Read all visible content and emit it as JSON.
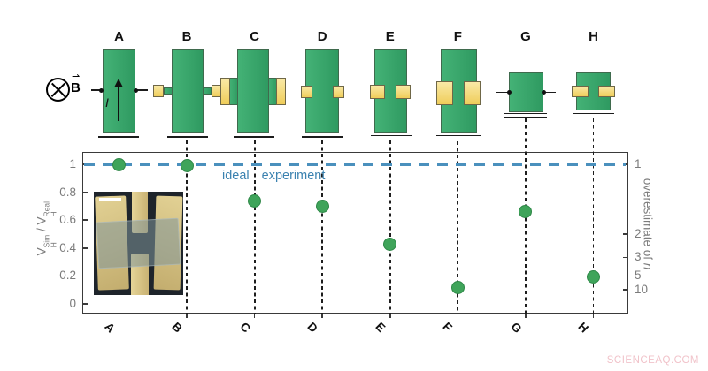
{
  "field": {
    "label": "B",
    "vector_mark": "⇀"
  },
  "current_label": "I",
  "reference": {
    "label": "ideal experiment",
    "value": 1
  },
  "watermark": "SCIENCEAQ.COM",
  "axes": {
    "left": {
      "title_parts": {
        "v": "V",
        "sub": "H",
        "sup_sim": "Sim",
        "sup_real": "Real",
        "divider": "/"
      },
      "ticks": [
        {
          "label": "0",
          "value": 0
        },
        {
          "label": "0.2",
          "value": 0.2
        },
        {
          "label": "0.4",
          "value": 0.4
        },
        {
          "label": "0.6",
          "value": 0.6
        },
        {
          "label": "0.8",
          "value": 0.8
        },
        {
          "label": "1",
          "value": 1
        }
      ]
    },
    "right": {
      "title_prefix": "overestimate of ",
      "title_var": "n",
      "ticks": [
        {
          "label": "1",
          "value": 1
        },
        {
          "label": "2",
          "value": 0.5
        },
        {
          "label": "3",
          "value": 0.3333
        },
        {
          "label": "5",
          "value": 0.2
        },
        {
          "label": "10",
          "value": 0.1
        }
      ]
    }
  },
  "chart_data": {
    "type": "scatter",
    "categories": [
      "A",
      "B",
      "C",
      "D",
      "E",
      "F",
      "G",
      "H"
    ],
    "values": [
      1.0,
      0.99,
      0.74,
      0.7,
      0.43,
      0.12,
      0.66,
      0.19
    ],
    "title": "",
    "ylabel": "V_H^Sim / V_H^Real",
    "ylabel_right": "overestimate of n",
    "ylim": [
      0,
      1.08
    ],
    "grid": false,
    "reference_line": {
      "value": 1,
      "label": "ideal experiment",
      "style": "dashed",
      "color": "#4a90bd"
    },
    "point_color": "#3fa45a"
  },
  "devices": [
    {
      "id": "A",
      "description": "long Hall bar, point voltage probes, current arrow I"
    },
    {
      "id": "B",
      "description": "long bar, narrow side arms with small contact pads"
    },
    {
      "id": "C",
      "description": "long bar, wide cross arms with tall contact pads"
    },
    {
      "id": "D",
      "description": "long bar, small pads directly on edges"
    },
    {
      "id": "E",
      "description": "long bar, medium pads overlapping edges"
    },
    {
      "id": "F",
      "description": "long bar, large pads overlapping edges"
    },
    {
      "id": "G",
      "description": "short bar, point voltage probes"
    },
    {
      "id": "H",
      "description": "short bar, pads overlapping edges"
    }
  ],
  "colors": {
    "bar_green": "#3aa76c",
    "contact_yellow": "#f3d469",
    "reference_blue": "#4a90bd",
    "dot_green": "#3fa45a",
    "axis_gray": "#3a3a3a",
    "tick_label_gray": "#7b7b7b",
    "watermark_pink": "#f1c3ca"
  }
}
